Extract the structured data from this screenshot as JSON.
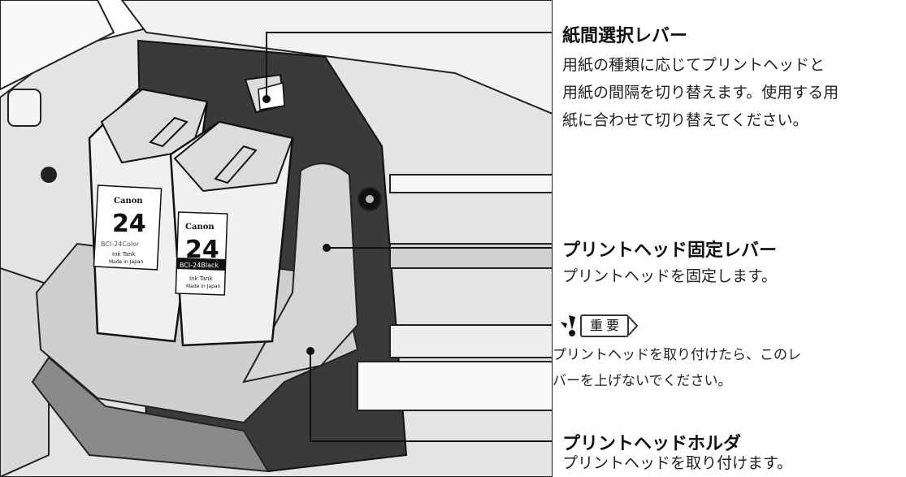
{
  "illustration": {
    "color_cartridge": {
      "brand": "Canon",
      "number": "24",
      "model": "BCI-24Color",
      "line1": "Ink Tank",
      "line2": "Made in Japan"
    },
    "black_cartridge": {
      "brand": "Canon",
      "number": "24",
      "model": "BCI-24Black",
      "line1": "Ink Tank",
      "line2": "Made in Japan"
    }
  },
  "callouts": {
    "paper_lever": {
      "title": "紙間選択レバー",
      "body": [
        "用紙の種類に応じてプリントヘッドと",
        "用紙の間隔を切り替えます。使用する用",
        "紙に合わせて切り替えてください。"
      ]
    },
    "lock_lever": {
      "title": "プリントヘッド固定レバー",
      "body": [
        "プリントヘッドを固定します。"
      ]
    },
    "important": {
      "badge": "重要",
      "body": [
        "プリントヘッドを取り付けたら、このレ",
        "バーを上げないでください。"
      ]
    },
    "holder": {
      "title": "プリントヘッドホルダ",
      "body": [
        "プリントヘッドを取り付けます。"
      ]
    }
  }
}
